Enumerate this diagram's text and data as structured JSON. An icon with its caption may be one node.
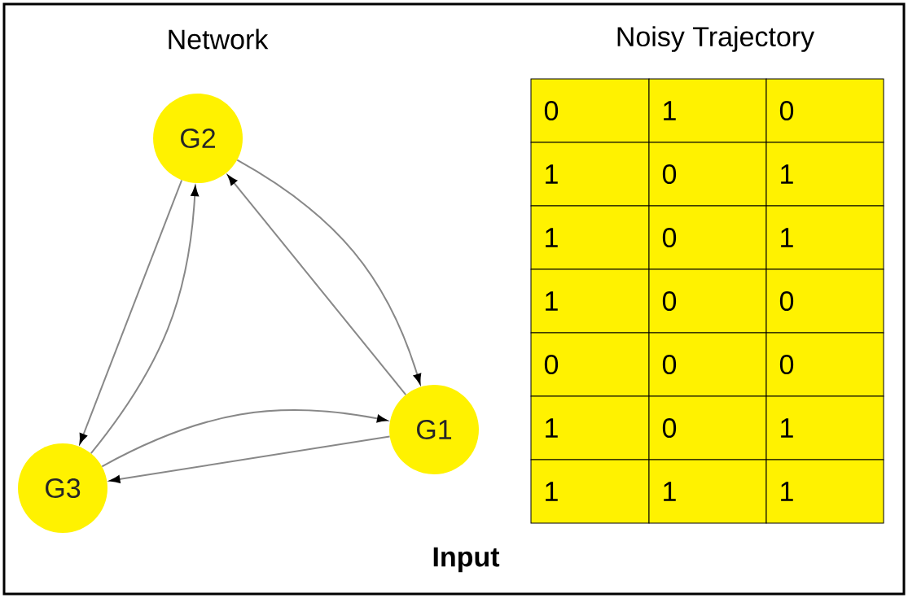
{
  "diagram": {
    "caption": "Input",
    "nodes": [
      {
        "text": [
          "G2"
        ]
      },
      {
        "text": [
          "G1"
        ]
      },
      {
        "text": [
          "G3"
        ]
      }
    ],
    "edges": [
      {
        "from": 0,
        "to": 2,
        "arrow": "to"
      },
      {
        "from": 2,
        "to": 0,
        "arrow": "to"
      },
      {
        "from": 0,
        "to": 1,
        "arrow": "to"
      },
      {
        "from": 1,
        "to": 0,
        "arrow": "to"
      },
      {
        "from": 2,
        "to": 1,
        "arrow": "to"
      },
      {
        "from": 1,
        "to": 2,
        "arrow": "to"
      }
    ],
    "labels": [
      "Network",
      "Noisy Trajectory",
      "0",
      "1",
      "0",
      "1",
      "0",
      "1",
      "1",
      "0",
      "1",
      "1",
      "0",
      "0",
      "0",
      "0",
      "0",
      "1",
      "0",
      "1",
      "1",
      "1",
      "1"
    ]
  }
}
